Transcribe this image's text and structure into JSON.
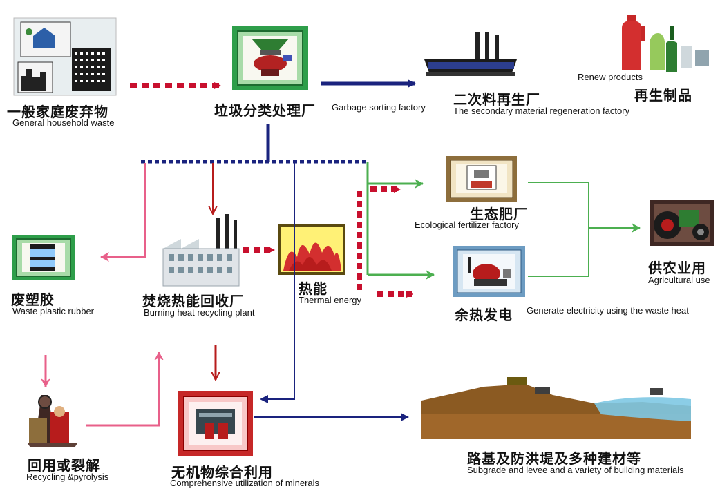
{
  "nodes": {
    "household": {
      "zh": "一般家庭废弃物",
      "en": "General household waste"
    },
    "sorting": {
      "zh": "垃圾分类处理厂",
      "en": "Garbage sorting factory"
    },
    "secondary": {
      "zh": "二次料再生厂",
      "en": "The secondary material regeneration factory"
    },
    "renew": {
      "zh": "再生制品",
      "en": "Renew products"
    },
    "fertilizer": {
      "zh": "生态肥厂",
      "en": "Ecological fertilizer factory"
    },
    "agriculture": {
      "zh": "供农业用",
      "en": "Agricultural use"
    },
    "plastic": {
      "zh": "废塑胶",
      "en": "Waste plastic rubber"
    },
    "burning": {
      "zh": "焚烧热能回收厂",
      "en": "Burning heat recycling plant"
    },
    "thermal": {
      "zh": "热能",
      "en": "Thermal energy"
    },
    "electricity": {
      "zh": "余热发电",
      "en": "Generate electricity using the waste heat"
    },
    "recycling": {
      "zh": "回用或裂解",
      "en": "Recycling &pyrolysis"
    },
    "minerals": {
      "zh": "无机物综合利用",
      "en": "Comprehensive utilization of minerals"
    },
    "building": {
      "zh": "路基及防洪堤及多种建材等",
      "en": "Subgrade and levee and a variety of building materials"
    }
  },
  "colors": {
    "red": "#c8102e",
    "navy": "#1a237e",
    "pink": "#e8608a",
    "green": "#4caf50",
    "frame_green": "#2e9e4a",
    "frame_red": "#c62828",
    "frame_brown": "#8d6e3c"
  }
}
